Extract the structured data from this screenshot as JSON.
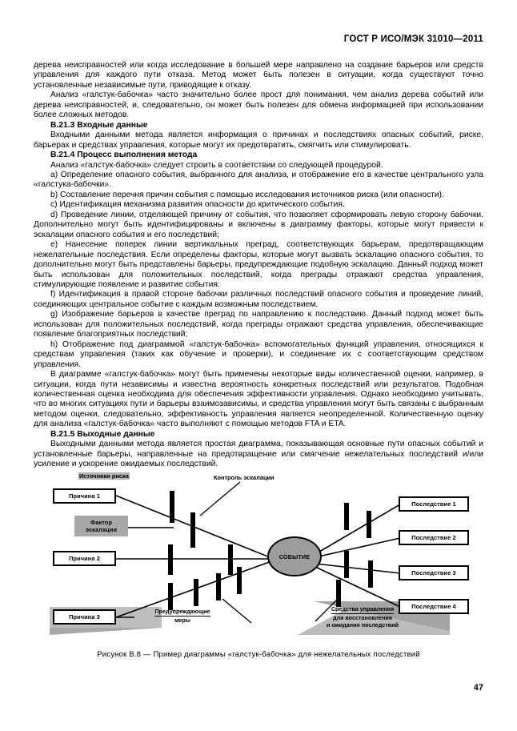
{
  "header": {
    "standard_title": "ГОСТ Р ИСО/МЭК 31010—2011"
  },
  "page_number": "47",
  "body": {
    "paragraphs": [
      {
        "id": "p-continuation",
        "style": "noindent",
        "text": "дерева неисправностей или когда исследование в большей мере направлено на создание барьеров или средств управления для каждого пути отказа. Метод может быть полезен в ситуации, когда существуют точно установленные независимые пути, приводящие к отказу."
      },
      {
        "id": "p-bowtie-simpler",
        "style": "indent",
        "text": "Анализ «галстук-бабочка» часто значительно более прост для понимания, чем анализ дерева событий или дерева неисправностей, и, следовательно, он может быть полезен для обмена информацией при использовании более сложных методов."
      },
      {
        "id": "h-B213",
        "style": "heading",
        "text": "В.21.3 Входные данные"
      },
      {
        "id": "p-input-data",
        "style": "indent",
        "text": "Входными данными метода является информация о причинах и последствиях опасных событий, риске, барьерах и средствах управления, которые могут их предотвратить, смягчить или стимулировать."
      },
      {
        "id": "h-B214",
        "style": "heading",
        "text": "В.21.4 Процесс выполнения метода"
      },
      {
        "id": "p-procedure-intro",
        "style": "indent",
        "text": "Анализ «галстук-бабочка» следует строить в соответствии со следующей процедурой."
      },
      {
        "id": "p-step-a",
        "style": "indent",
        "text": "a) Определение опасного события, выбранного для анализа, и отображение его в качестве центрального узла «галстука-бабочки»."
      },
      {
        "id": "p-step-b",
        "style": "indent",
        "text": "b) Составление перечня причин события с помощью исследования источников риска (или опасности)."
      },
      {
        "id": "p-step-c",
        "style": "indent",
        "text": "c) Идентификация механизма развития опасности до критического события."
      },
      {
        "id": "p-step-d",
        "style": "indent",
        "text": "d) Проведение линии, отделяющей причину от события, что позволяет сформировать левую сторону бабочки. Дополнительно могут быть идентифицированы и включены в диаграмму факторы, которые могут привести к эскалации опасного события и его последствий;"
      },
      {
        "id": "p-step-e",
        "style": "indent",
        "text": "e) Нанесение поперек линии вертикальных преград, соответствующих барьерам, предотвращающим нежелательные последствия. Если определены факторы, которые могут вызвать эскалацию опасного события, то дополнительно могут быть представлены барьеры, предупреждающие подобную эскалацию. Данный подход может быть использован для положительных последствий, когда преграды отражают средства управления, стимулирующие появление и развитие события."
      },
      {
        "id": "p-step-f",
        "style": "indent",
        "text": "f) Идентификация в правой стороне бабочки различных последствий опасного события и проведение линий, соединяющих центральное событие с каждым возможным последствием."
      },
      {
        "id": "p-step-g",
        "style": "indent",
        "text": "g) Изображение барьеров в качестве преград по направлению к последствию. Данный подход может быть использован для положительных последствий, когда преграды отражают средства управления, обеспечивающие появление благоприятных последствий;"
      },
      {
        "id": "p-step-h",
        "style": "indent",
        "text": "h) Отображение под диаграммой «галстук-бабочка» вспомогательных функций управления, относящихся к средствам управления (таких как обучение и проверки), и соединение их с соответствующим средством управления."
      },
      {
        "id": "p-quantitative",
        "style": "indent",
        "text": "В диаграмме «галстук-бабочка» могут быть применены некоторые виды количественной оценки, например, в ситуации, когда пути независимы и известна вероятность конкретных последствий или результатов. Подобная количественная оценка необходима для обеспечения эффективности управления. Однако необходимо учитывать, что во многих ситуациях пути и барьеры взаимозависимы, и средства управления могут быть связаны с выбранным методом оценки, следовательно, эффективность управления является неопределенной. Количественную оценку для анализа «галстук-бабочка» часто выполняют с помощью методов FTA и ETA."
      },
      {
        "id": "h-B215",
        "style": "heading",
        "text": "В.21.5 Выходные данные"
      },
      {
        "id": "p-output-data",
        "style": "indent",
        "text": "Выходными данными метода является простая диаграмма, показывающая основные пути опасных событий и установленные барьеры, направленные на предотвращение или смягчение нежелательных последствий и/или усиление и ускорение ожидаемых последствий."
      }
    ]
  },
  "figure": {
    "caption": "Рисунок В.8 — Пример диаграммы «галстук-бабочка» для нежелательных последствий",
    "source_label": "Источники риска",
    "escalation_control_label": "Контроль эскалации",
    "escalation_factor_label_line1": "Фактор",
    "escalation_factor_label_line2": "эскалации",
    "center_event": "СОБЫТИЕ",
    "causes": [
      {
        "label": "Причина 1"
      },
      {
        "label": "Причина 2"
      },
      {
        "label": "Причина 3"
      }
    ],
    "consequences": [
      {
        "label": "Последствие 1"
      },
      {
        "label": "Последствие 2"
      },
      {
        "label": "Последствие 3"
      },
      {
        "label": "Последствие 4"
      }
    ],
    "preventive_label_line1": "Предупреждающие",
    "preventive_label_line2": "меры",
    "recovery_label_line1": "Средства управления",
    "recovery_label_line2": "для восстановления",
    "recovery_label_line3": "и ожидания последствий"
  }
}
